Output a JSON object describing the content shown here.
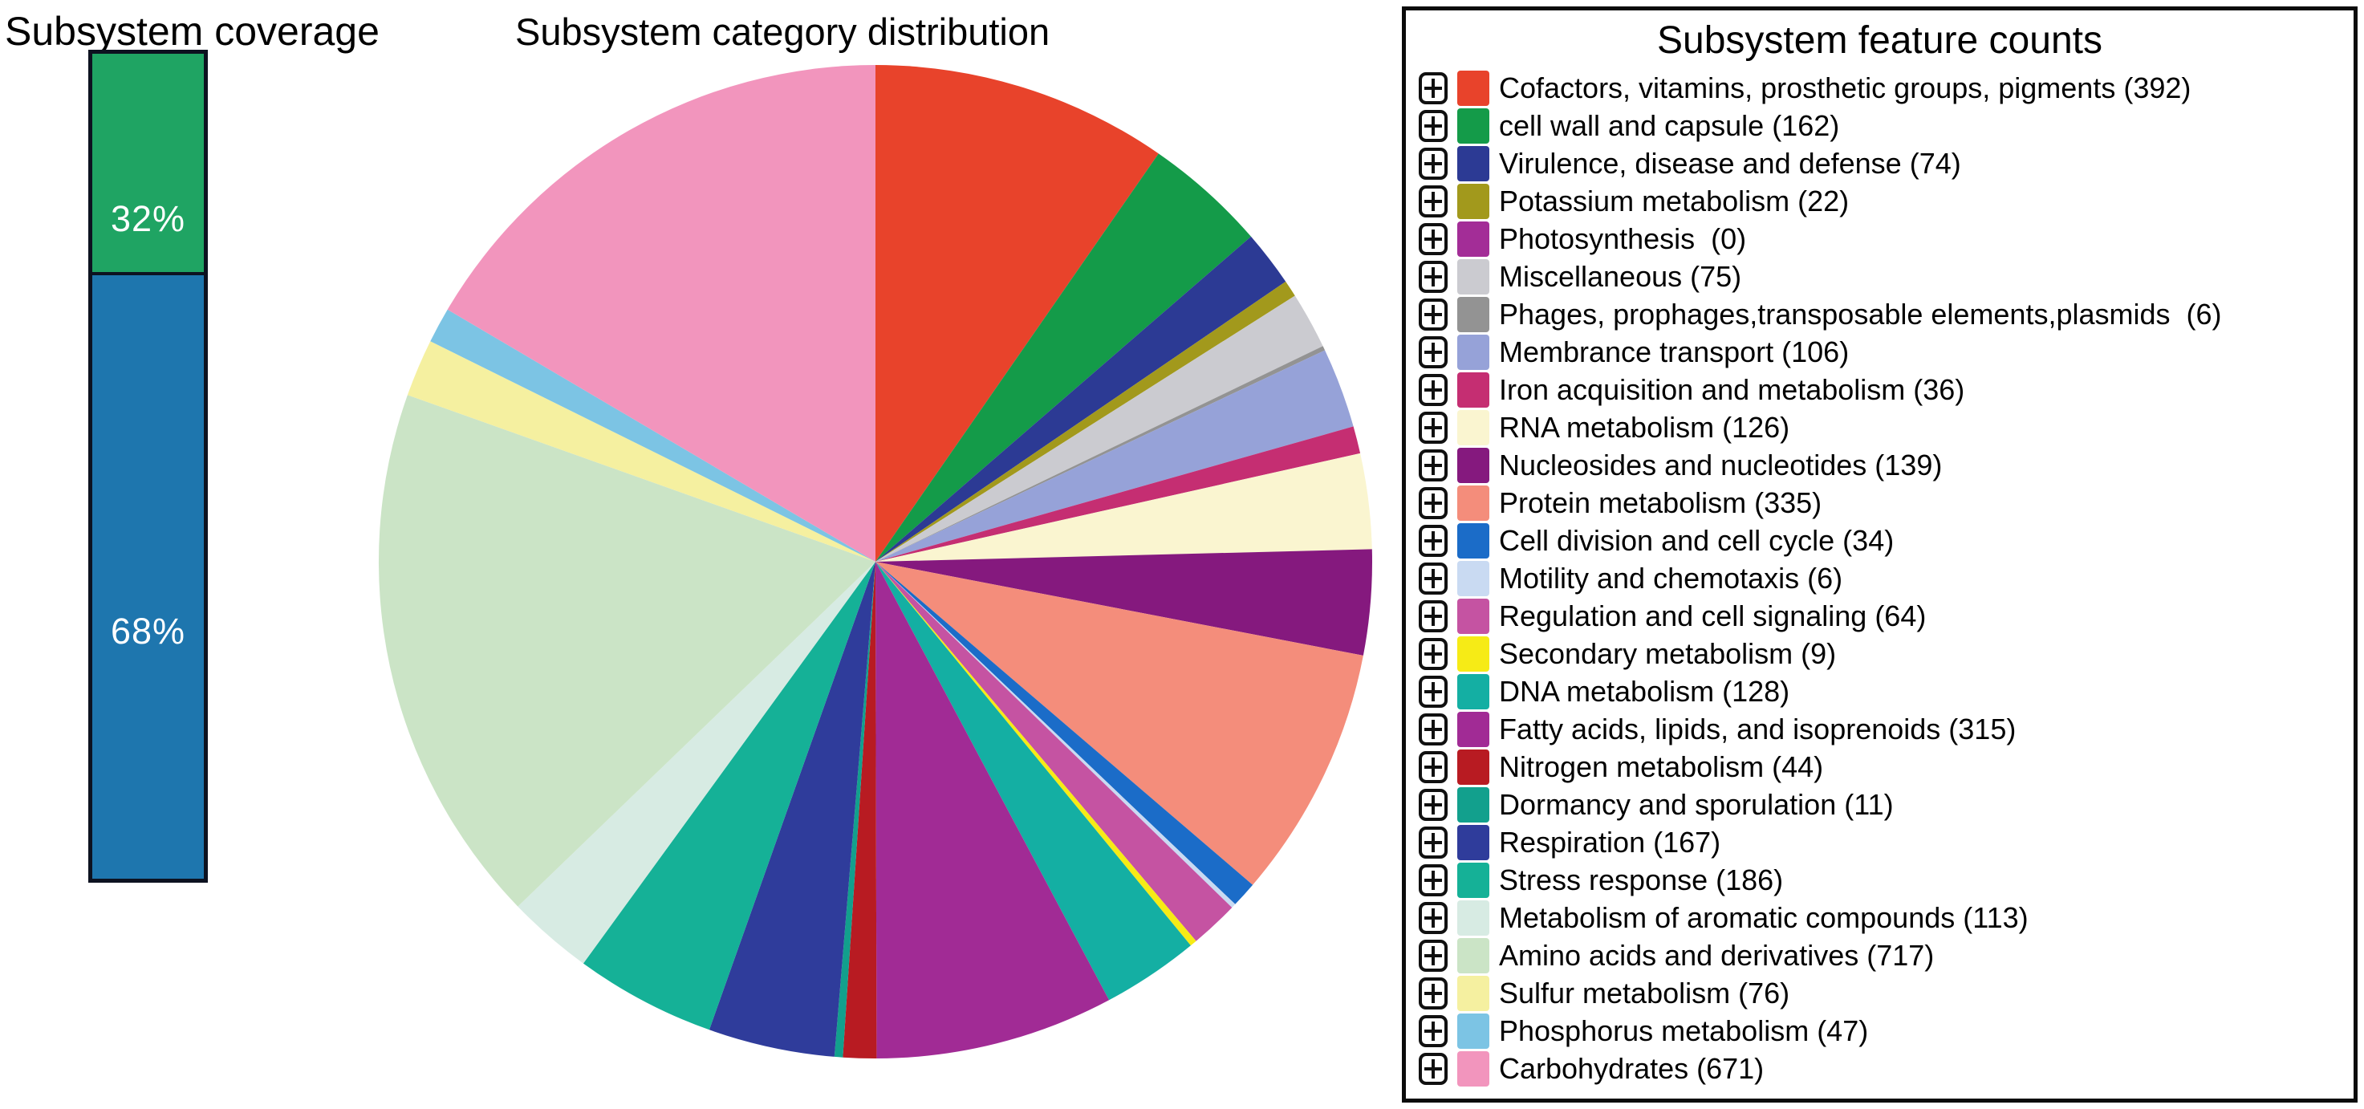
{
  "page": {
    "background": "#ffffff"
  },
  "chart_data": [
    {
      "type": "bar",
      "variant": "stacked-vertical-single-column",
      "title": "Subsystem coverage",
      "categories": [
        "Subsystem coverage"
      ],
      "series": [
        {
          "name": "32%",
          "values": [
            32
          ],
          "color": "#1FA463",
          "label_color": "#ffffff"
        },
        {
          "name": "68%",
          "values": [
            68
          ],
          "color": "#1E76AE",
          "label_color": "#ffffff"
        }
      ],
      "ylim": [
        0,
        100
      ],
      "grid": false,
      "legend_position": "none",
      "render": {
        "segment_fracs": [
          0.265,
          0.735
        ],
        "label_top_fracs": [
          0.2,
          0.7
        ]
      }
    },
    {
      "type": "pie",
      "title": "Subsystem category distribution",
      "start_angle_deg": 0,
      "direction": "clockwise",
      "total": 4061,
      "categories": [
        "Cofactors, vitamins, prosthetic groups, pigments",
        "cell wall and capsule",
        "Virulence, disease and defense",
        "Potassium metabolism",
        "Photosynthesis",
        "Miscellaneous",
        "Phages, prophages, transposable elements, plasmids",
        "Membrance transport",
        "Iron acquisition and metabolism",
        "RNA metabolism",
        "Nucleosides and nucleotides",
        "Protein metabolism",
        "Cell division and cell cycle",
        "Motility and chemotaxis",
        "Regulation and cell signaling",
        "Secondary metabolism",
        "DNA metabolism",
        "Fatty acids, lipids, and isoprenoids",
        "Nitrogen metabolism",
        "Dormancy and sporulation",
        "Respiration",
        "Stress response",
        "Metabolism of aromatic compounds",
        "Amino acids and derivatives",
        "Sulfur metabolism",
        "Phosphorus metabolism",
        "Carbohydrates"
      ],
      "values": [
        392,
        162,
        74,
        22,
        0,
        75,
        6,
        106,
        36,
        126,
        139,
        335,
        34,
        6,
        64,
        9,
        128,
        315,
        44,
        11,
        167,
        186,
        113,
        717,
        76,
        47,
        671
      ],
      "colors": [
        "#E8432B",
        "#149B49",
        "#2C3A94",
        "#A2991C",
        "#A32D97",
        "#CBCBD0",
        "#939393",
        "#96A2D8",
        "#C52E72",
        "#FAF5D0",
        "#85197E",
        "#F48D7B",
        "#1B6CC8",
        "#C9DAF2",
        "#C553A2",
        "#F6EB16",
        "#14AFA3",
        "#A12B95",
        "#B81B22",
        "#12A08D",
        "#2F3C9B",
        "#15B197",
        "#D7EBE3",
        "#CBE4C6",
        "#F5F0A0",
        "#7CC4E4",
        "#F295BD"
      ],
      "legend_position": "right-panel"
    }
  ],
  "legend_panel": {
    "title": "Subsystem feature counts",
    "expand_icon": "plus-box-icon",
    "items": [
      "Cofactors, vitamins, prosthetic groups, pigments (392)",
      "cell wall and capsule (162)",
      "Virulence, disease and defense (74)",
      "Potassium metabolism (22)",
      "Photosynthesis  (0)",
      "Miscellaneous (75)",
      "Phages, prophages,transposable elements,plasmids  (6)",
      "Membrance transport (106)",
      "Iron acquisition and metabolism (36)",
      "RNA metabolism (126)",
      "Nucleosides and nucleotides (139)",
      "Protein metabolism (335)",
      "Cell division and cell cycle (34)",
      "Motility and chemotaxis (6)",
      "Regulation and cell signaling (64)",
      "Secondary metabolism (9)",
      "DNA metabolism (128)",
      "Fatty acids, lipids, and isoprenoids (315)",
      "Nitrogen metabolism (44)",
      "Dormancy and sporulation (11)",
      "Respiration (167)",
      "Stress response (186)",
      "Metabolism of aromatic compounds (113)",
      "Amino acids and derivatives (717)",
      "Sulfur metabolism (76)",
      "Phosphorus metabolism (47)",
      "Carbohydrates (671)"
    ]
  }
}
